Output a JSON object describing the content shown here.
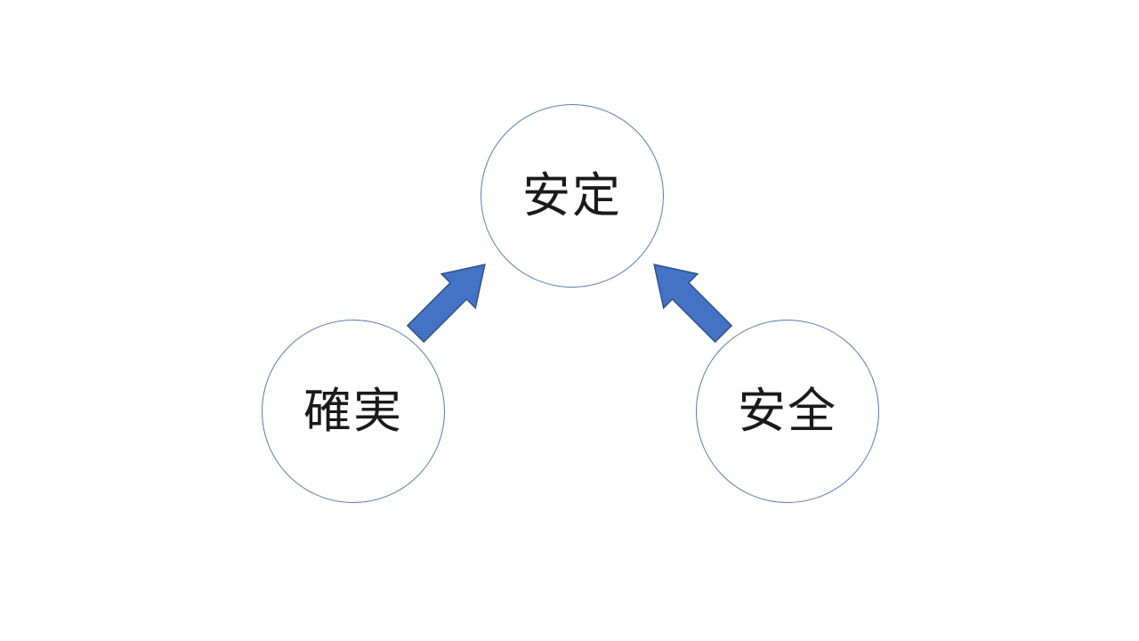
{
  "diagram": {
    "nodes": [
      {
        "id": "antei",
        "label": "安定",
        "position": "top-center"
      },
      {
        "id": "kakujitsu",
        "label": "確実",
        "position": "bottom-left"
      },
      {
        "id": "anzen",
        "label": "安全",
        "position": "bottom-right"
      }
    ],
    "arrows": [
      {
        "from": "kakujitsu",
        "to": "antei",
        "direction": "up-right"
      },
      {
        "from": "anzen",
        "to": "antei",
        "direction": "up-left"
      }
    ]
  },
  "colors": {
    "arrow_fill": "#4472C4",
    "arrow_border": "#2F528F",
    "circle_border": "#5B7FB5",
    "circle_fill": "#FFFFFF",
    "text": "#1A1A1A",
    "background": "#FFFFFF"
  }
}
